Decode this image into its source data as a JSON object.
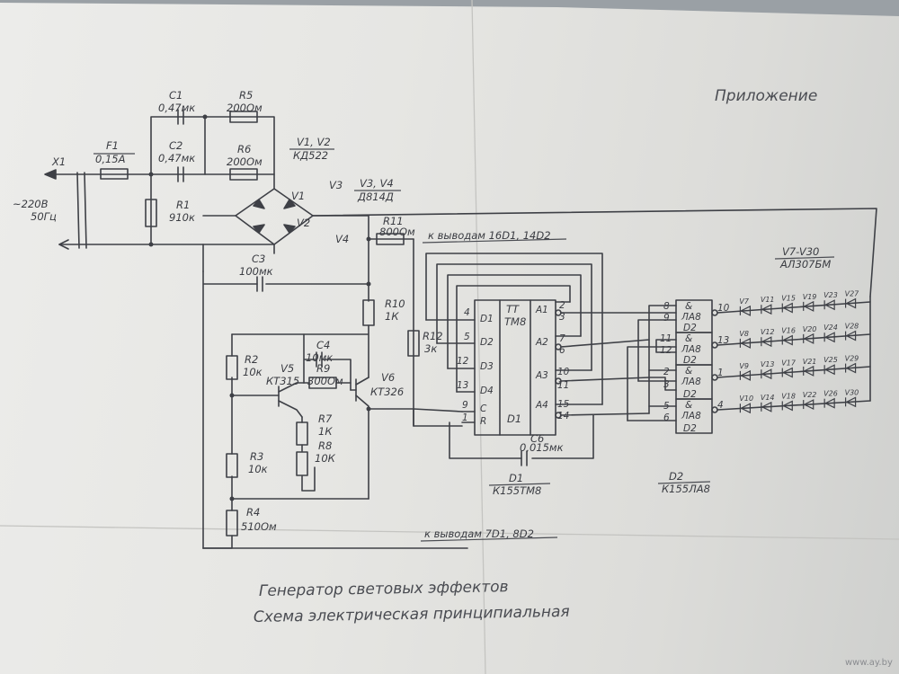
{
  "title": "Приложение",
  "caption": {
    "line1": "Генератор световых эффектов",
    "line2": "Схема электрическая принципиальная"
  },
  "labels": {
    "x1": "X1",
    "mains": "~220В",
    "mains_freq": "50Гц",
    "f1": "F1",
    "f1_val": "0,15А",
    "c1": "C1",
    "c1_val": "0,47мк",
    "c2": "C2",
    "c2_val": "0,47мк",
    "r5": "R5",
    "r5_val": "200Ом",
    "r6": "R6",
    "r6_val": "200Ом",
    "r1": "R1",
    "r1_val": "910к",
    "v12": "V1, V2",
    "v12_val": "КД522",
    "v34": "V3, V4",
    "v34_val": "Д814Д",
    "v1": "V1",
    "v2": "V2",
    "v3": "V3",
    "v4": "V4",
    "r11": "R11",
    "r11_val": "800Ом",
    "to_pins_top": "к выводам 16D1, 14D2",
    "c3": "C3",
    "c3_val": "100мк",
    "r10": "R10",
    "r10_val": "1К",
    "r2": "R2",
    "r2_val": "10к",
    "v5": "V5",
    "v5_val": "КТ315",
    "c4": "C4",
    "c4_val": "10мк",
    "r9": "R9",
    "r9_val": "300Ом",
    "v6": "V6",
    "v6_val": "КТ326",
    "r12": "R12",
    "r12_val": "3к",
    "r7": "R7",
    "r7_val": "1К",
    "r8": "R8",
    "r8_val": "10К",
    "r3": "R3",
    "r3_val": "10к",
    "r4": "R4",
    "r4_val": "510Ом",
    "c6": "C6",
    "c6_val": "0,015мк",
    "to_pins_bottom": "к выводам 7D1, 8D2",
    "d1_label": "D1",
    "d1_type": "К155ТМ8",
    "d2_label": "D2",
    "d2_type": "К155ЛА8",
    "leds": "V7-V30",
    "leds_type": "АЛ307БМ"
  },
  "d1_chip": {
    "header": "ТТ",
    "type": "ТМ8",
    "name": "D1",
    "inputs": [
      {
        "pin": "4",
        "name": "D1"
      },
      {
        "pin": "5",
        "name": "D2"
      },
      {
        "pin": "12",
        "name": "D3"
      },
      {
        "pin": "13",
        "name": "D4"
      },
      {
        "pin": "9",
        "name": "C"
      },
      {
        "pin": "1",
        "name": "R"
      }
    ],
    "outputs": [
      {
        "name": "A1",
        "pin": "2",
        "pin_inv": "3"
      },
      {
        "name": "A2",
        "pin": "7",
        "pin_inv": "6"
      },
      {
        "name": "A3",
        "pin": "10",
        "pin_inv": "11"
      },
      {
        "name": "A4",
        "pin": "15",
        "pin_inv": "14"
      }
    ]
  },
  "d2_gates": [
    {
      "in1": "8",
      "in2": "9",
      "out": "10",
      "amp": "&",
      "type": "ЛА8",
      "name": "D2"
    },
    {
      "in1": "11",
      "in2": "12",
      "out": "13",
      "amp": "&",
      "type": "ЛА8",
      "name": "D2"
    },
    {
      "in1": "2",
      "in2": "3",
      "out": "1",
      "amp": "&",
      "type": "ЛА8",
      "name": "D2"
    },
    {
      "in1": "5",
      "in2": "6",
      "out": "4",
      "amp": "&",
      "type": "ЛА8",
      "name": "D2"
    }
  ],
  "led_rows": [
    [
      "V7",
      "V11",
      "V15",
      "V19",
      "V23",
      "V27"
    ],
    [
      "V8",
      "V12",
      "V16",
      "V20",
      "V24",
      "V28"
    ],
    [
      "V9",
      "V13",
      "V17",
      "V21",
      "V25",
      "V29"
    ],
    [
      "V10",
      "V14",
      "V18",
      "V22",
      "V26",
      "V30"
    ]
  ],
  "watermark": "www.ay.by"
}
